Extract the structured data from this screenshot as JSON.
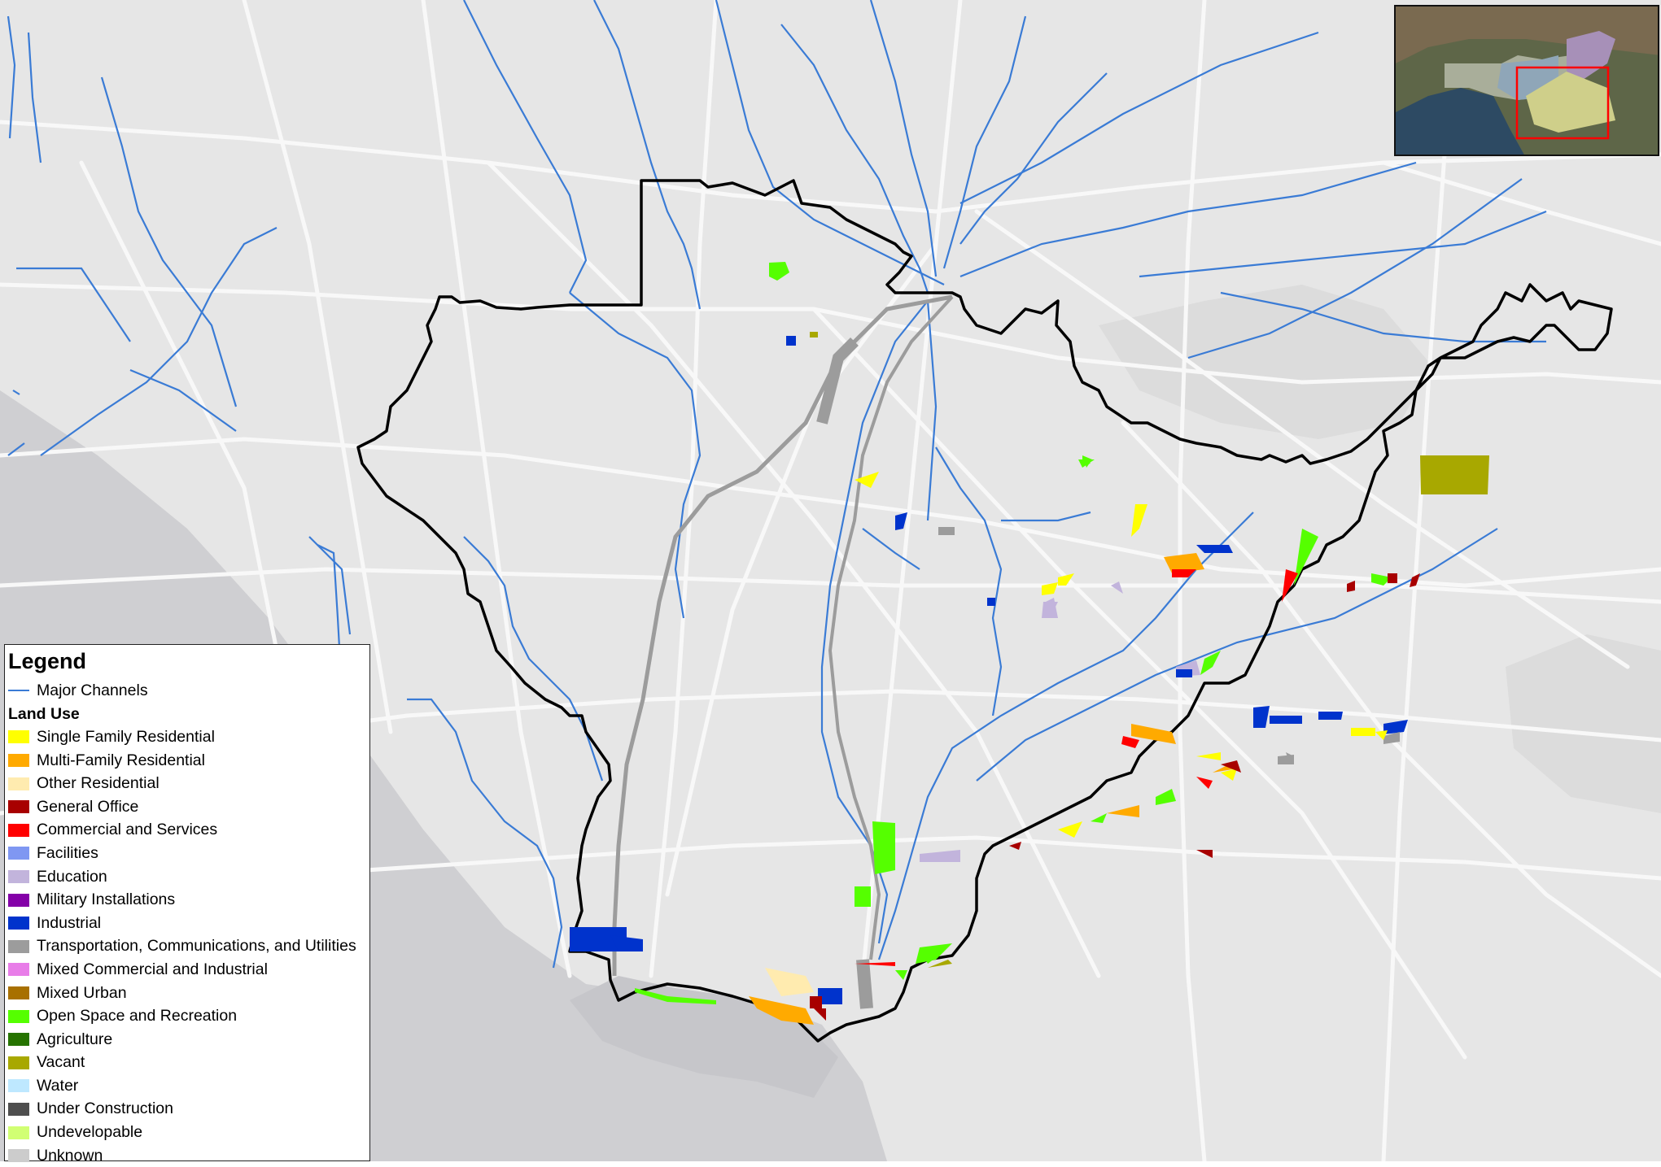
{
  "legend": {
    "title": "Legend",
    "channel_label": "Major Channels",
    "channel_color": "#3a7bd5",
    "land_use_heading": "Land Use",
    "land_use": [
      {
        "label": "Single Family Residential",
        "color": "#ffff00"
      },
      {
        "label": "Multi-Family Residential",
        "color": "#ffaa00"
      },
      {
        "label": "Other Residential",
        "color": "#ffebaf"
      },
      {
        "label": "General Office",
        "color": "#a80000"
      },
      {
        "label": "Commercial and Services",
        "color": "#ff0000"
      },
      {
        "label": "Facilities",
        "color": "#7f97f2"
      },
      {
        "label": "Education",
        "color": "#c2b4dc"
      },
      {
        "label": "Military Installations",
        "color": "#8400a8"
      },
      {
        "label": "Industrial",
        "color": "#0033cc"
      },
      {
        "label": "Transportation, Communications, and Utilities",
        "color": "#9c9c9c"
      },
      {
        "label": "Mixed Commercial and Industrial",
        "color": "#e87de8"
      },
      {
        "label": "Mixed Urban",
        "color": "#a87000"
      },
      {
        "label": "Open Space and Recreation",
        "color": "#55ff00"
      },
      {
        "label": "Agriculture",
        "color": "#267300"
      },
      {
        "label": "Vacant",
        "color": "#a8a800"
      },
      {
        "label": "Water",
        "color": "#bee8ff"
      },
      {
        "label": "Under Construction",
        "color": "#4e4e4e"
      },
      {
        "label": "Undevelopable",
        "color": "#d1ff73"
      },
      {
        "label": "Unknown",
        "color": "#cccccc"
      }
    ]
  },
  "map": {
    "background_color": "#e6e6e6",
    "road_color": "#f7f7f7",
    "boundary_color": "#000000",
    "inset_highlight_color": "#ff0000"
  }
}
